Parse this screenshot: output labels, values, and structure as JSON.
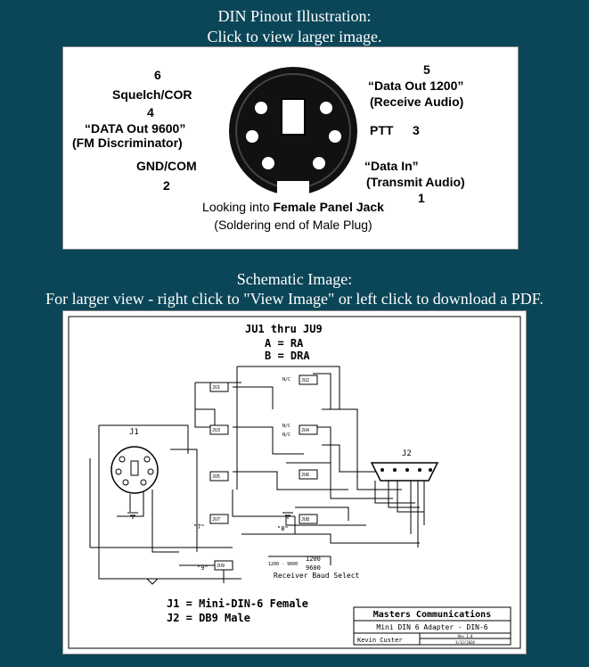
{
  "pinout": {
    "caption_line1": "DIN Pinout Illustration:",
    "caption_line2": "Click to view larger image.",
    "pins": {
      "p6_num": "6",
      "p6_label": "Squelch/COR",
      "p4_num": "4",
      "p4_label1": "“DATA Out 9600”",
      "p4_label2": "(FM Discriminator)",
      "gnd_label": "GND/COM",
      "p2_num": "2",
      "p5_num": "5",
      "p5_label1": "“Data Out 1200”",
      "p5_label2": "(Receive Audio)",
      "ptt_label": "PTT",
      "p3_num": "3",
      "p1_label1": "“Data In”",
      "p1_label2": "(Transmit Audio)",
      "p1_num": "1"
    },
    "footer_prefix": "Looking into ",
    "footer_bold": "Female Panel Jack",
    "footer_line2": "(Soldering end of Male Plug)"
  },
  "schematic": {
    "caption_line1": "Schematic Image:",
    "caption_line2": "For larger view - right click to \"View Image\" or left click to download a PDF.",
    "jumpers_title": "JU1 thru JU9",
    "jumpers_a": "A = RA",
    "jumpers_b": "B = DRA",
    "j1_label": "J1",
    "j2_label": "J2",
    "ju_labels": [
      "JU1",
      "JU2",
      "JU3",
      "JU4",
      "JU5",
      "JU6",
      "JU7",
      "JU8",
      "JU9"
    ],
    "nc": "N/C",
    "mark_7": "\"7\"",
    "mark_8": "\"8\"",
    "mark_9": "\"9\"",
    "baud_1200": "1200",
    "baud_9600": "9600",
    "baud_range": "1200 - 9600",
    "baud_label": "Receiver Baud Select",
    "legend_j1": "J1 = Mini-DIN-6 Female",
    "legend_j2": "J2 = DB9 Male",
    "tb_company": "Masters Communications",
    "tb_title": "Mini DIN 6 Adapter - DIN-6",
    "tb_author": "Kevin Custer",
    "tb_rev": "Rev 1.0",
    "tb_date": "3/12/2020"
  }
}
